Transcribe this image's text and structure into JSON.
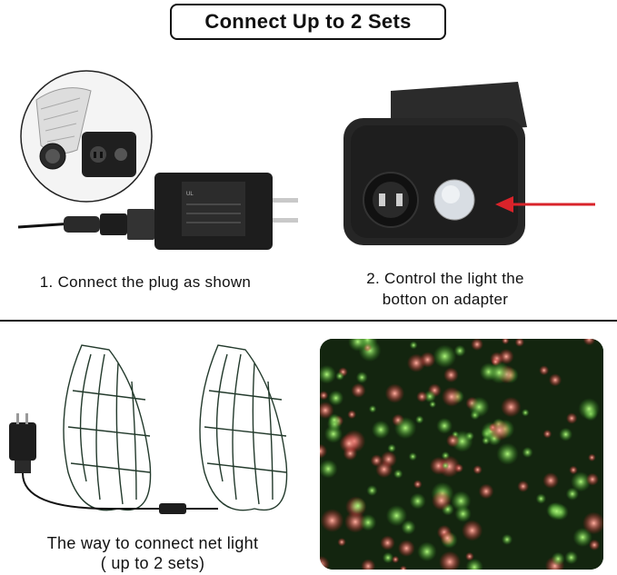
{
  "header": {
    "title": "Connect Up to 2 Sets"
  },
  "steps": [
    {
      "caption": "1. Connect the plug as shown"
    },
    {
      "caption_line1": "2. Control the light the",
      "caption_line2": "botton on adapter"
    }
  ],
  "bottom": {
    "caption_line1": "The way to connect net light",
    "caption_line2": "( up to 2 sets)"
  },
  "colors": {
    "accent_red": "#d9232a",
    "wire_green": "#233a2c",
    "adapter_black": "#1d1d1d"
  }
}
